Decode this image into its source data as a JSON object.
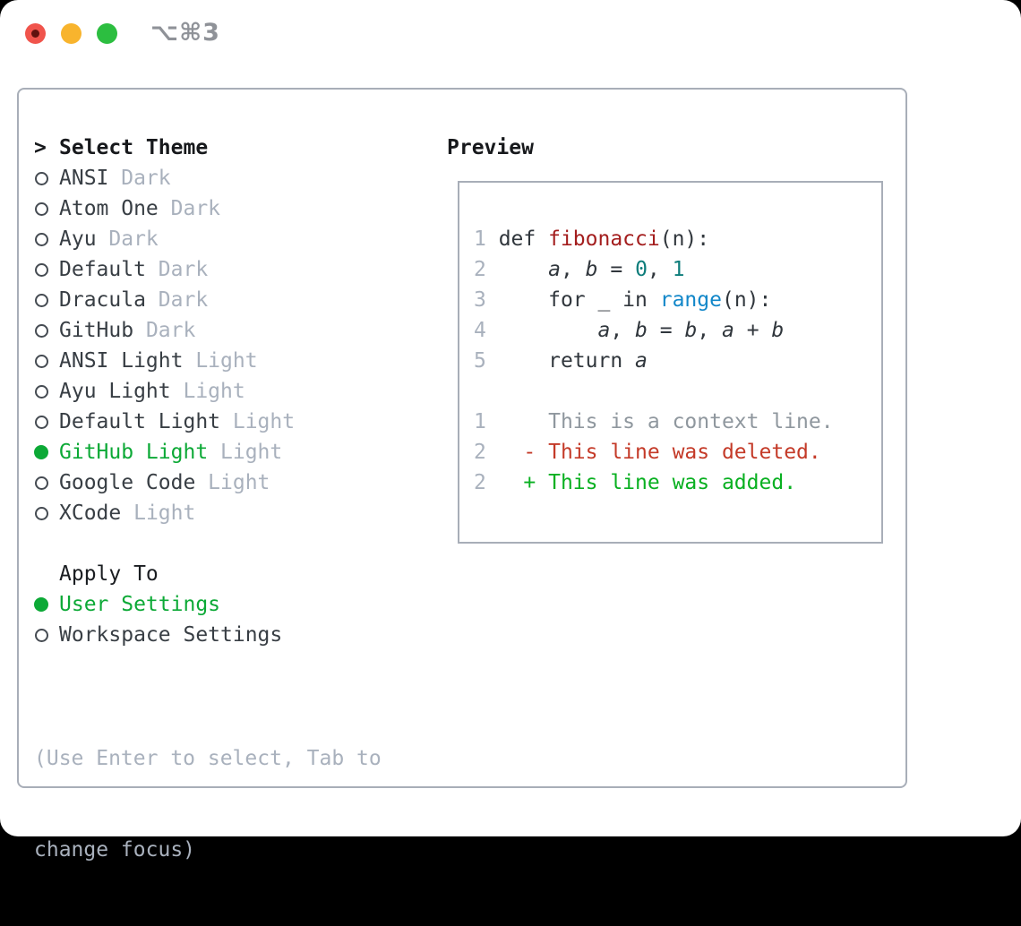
{
  "titlebar": {
    "shortcut": "⌥⌘3",
    "traffic_lights": {
      "close": "#f0544c",
      "minimize": "#f8b42d",
      "zoom": "#2cbe40"
    }
  },
  "theme_panel": {
    "prompt": ">",
    "title": "Select Theme",
    "themes": [
      {
        "name": "ANSI",
        "variant": "Dark",
        "selected": false
      },
      {
        "name": "Atom One",
        "variant": "Dark",
        "selected": false
      },
      {
        "name": "Ayu",
        "variant": "Dark",
        "selected": false
      },
      {
        "name": "Default",
        "variant": "Dark",
        "selected": false
      },
      {
        "name": "Dracula",
        "variant": "Dark",
        "selected": false
      },
      {
        "name": "GitHub",
        "variant": "Dark",
        "selected": false
      },
      {
        "name": "ANSI Light",
        "variant": "Light",
        "selected": false
      },
      {
        "name": "Ayu Light",
        "variant": "Light",
        "selected": false
      },
      {
        "name": "Default Light",
        "variant": "Light",
        "selected": false
      },
      {
        "name": "GitHub Light",
        "variant": "Light",
        "selected": true
      },
      {
        "name": "Google Code",
        "variant": "Light",
        "selected": false
      },
      {
        "name": "XCode",
        "variant": "Light",
        "selected": false
      }
    ],
    "apply_to": {
      "title": "Apply To",
      "options": [
        {
          "label": "User Settings",
          "selected": true
        },
        {
          "label": "Workspace Settings",
          "selected": false
        }
      ]
    },
    "help": [
      "(Use Enter to select, Tab to",
      "change focus)"
    ]
  },
  "preview": {
    "title": "Preview",
    "lines": [
      {
        "num": "1",
        "tokens": [
          {
            "t": "def ",
            "s": "code"
          },
          {
            "t": "fibonacci",
            "s": "func"
          },
          {
            "t": "(n):",
            "s": "code"
          }
        ]
      },
      {
        "num": "2",
        "tokens": [
          {
            "t": "    ",
            "s": "code"
          },
          {
            "t": "a",
            "s": "var"
          },
          {
            "t": ", ",
            "s": "code"
          },
          {
            "t": "b",
            "s": "var"
          },
          {
            "t": " = ",
            "s": "code"
          },
          {
            "t": "0",
            "s": "num"
          },
          {
            "t": ", ",
            "s": "code"
          },
          {
            "t": "1",
            "s": "num"
          }
        ]
      },
      {
        "num": "3",
        "tokens": [
          {
            "t": "    for _ in ",
            "s": "code"
          },
          {
            "t": "range",
            "s": "builtin"
          },
          {
            "t": "(n):",
            "s": "code"
          }
        ]
      },
      {
        "num": "4",
        "tokens": [
          {
            "t": "        ",
            "s": "code"
          },
          {
            "t": "a",
            "s": "var"
          },
          {
            "t": ", ",
            "s": "code"
          },
          {
            "t": "b",
            "s": "var"
          },
          {
            "t": " = ",
            "s": "code"
          },
          {
            "t": "b",
            "s": "var"
          },
          {
            "t": ", ",
            "s": "code"
          },
          {
            "t": "a",
            "s": "var"
          },
          {
            "t": " + ",
            "s": "code"
          },
          {
            "t": "b",
            "s": "var"
          }
        ]
      },
      {
        "num": "5",
        "tokens": [
          {
            "t": "    return ",
            "s": "code"
          },
          {
            "t": "a",
            "s": "var"
          }
        ]
      },
      {
        "num": "",
        "tokens": []
      },
      {
        "num": "1",
        "tokens": [
          {
            "t": "    This is a context line.",
            "s": "context"
          }
        ]
      },
      {
        "num": "2",
        "tokens": [
          {
            "t": "  - This line was deleted.",
            "s": "deleted"
          }
        ]
      },
      {
        "num": "2",
        "tokens": [
          {
            "t": "  + This line was added.",
            "s": "added"
          }
        ]
      }
    ]
  },
  "colors": {
    "selection_green": "#0ca936",
    "diff_added": "#09b021",
    "diff_deleted": "#c43a28",
    "function_red": "#a31d1d",
    "number_teal": "#0e7d7b",
    "builtin_blue": "#1287c9",
    "muted_gray": "#a9b1bd",
    "context_gray": "#8f979e",
    "text_dark": "#383e44",
    "border_gray": "#a8aeb8"
  }
}
